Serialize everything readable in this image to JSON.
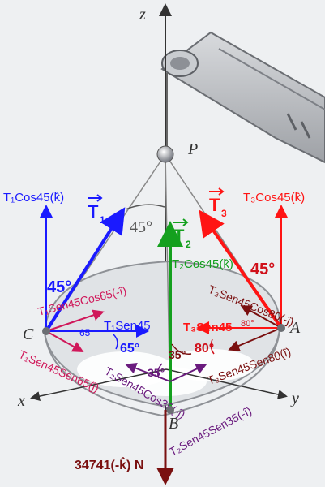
{
  "axes": {
    "z": "z",
    "x": "x",
    "y": "y"
  },
  "points": {
    "P": "P",
    "A": "A",
    "B": "B",
    "C": "C"
  },
  "vectors": {
    "T1": "T",
    "T1_sub": "1",
    "T2": "T",
    "T2_sub": "2",
    "T3": "T",
    "T3_sub": "3"
  },
  "angles": {
    "top": "45°",
    "t1_side": "45°",
    "t3_side": "45°",
    "c_small": "65°",
    "c_big": "65°",
    "b_upper": "35°",
    "b_lower": "35°",
    "a_small": "80°",
    "a_big": "80°"
  },
  "components": {
    "t1_vertical": "T₁Cos45(k̂)",
    "t1_horizontal": "T₁Sen45",
    "t1_x": "T₁Sen45Cos65(-î)",
    "t1_y": "T₁Sen45Sen65(ĵ)",
    "t2_vertical": "T₂Cos45(k̂)",
    "t2_x": "T₂Sen45Cos35(-ĵ)",
    "t2_y": "T₂Sen45Sen35(-î)",
    "t3_vertical": "T₃Cos45(k̂)",
    "t3_horizontal": "T₃Sen45",
    "t3_x": "T₃Sen45Cos80(-ĵ)",
    "t3_y": "T₃Sen45Sen80(î)"
  },
  "weight": {
    "value": "34741(-k̂) N"
  },
  "colors": {
    "t1": "#1a1aff",
    "t2": "#14a01e",
    "t3": "#ff1414",
    "t1_comp": "#d0185a",
    "t2_comp": "#6a1b7e",
    "t3_comp": "#7a1010",
    "weight": "#7a1010"
  }
}
